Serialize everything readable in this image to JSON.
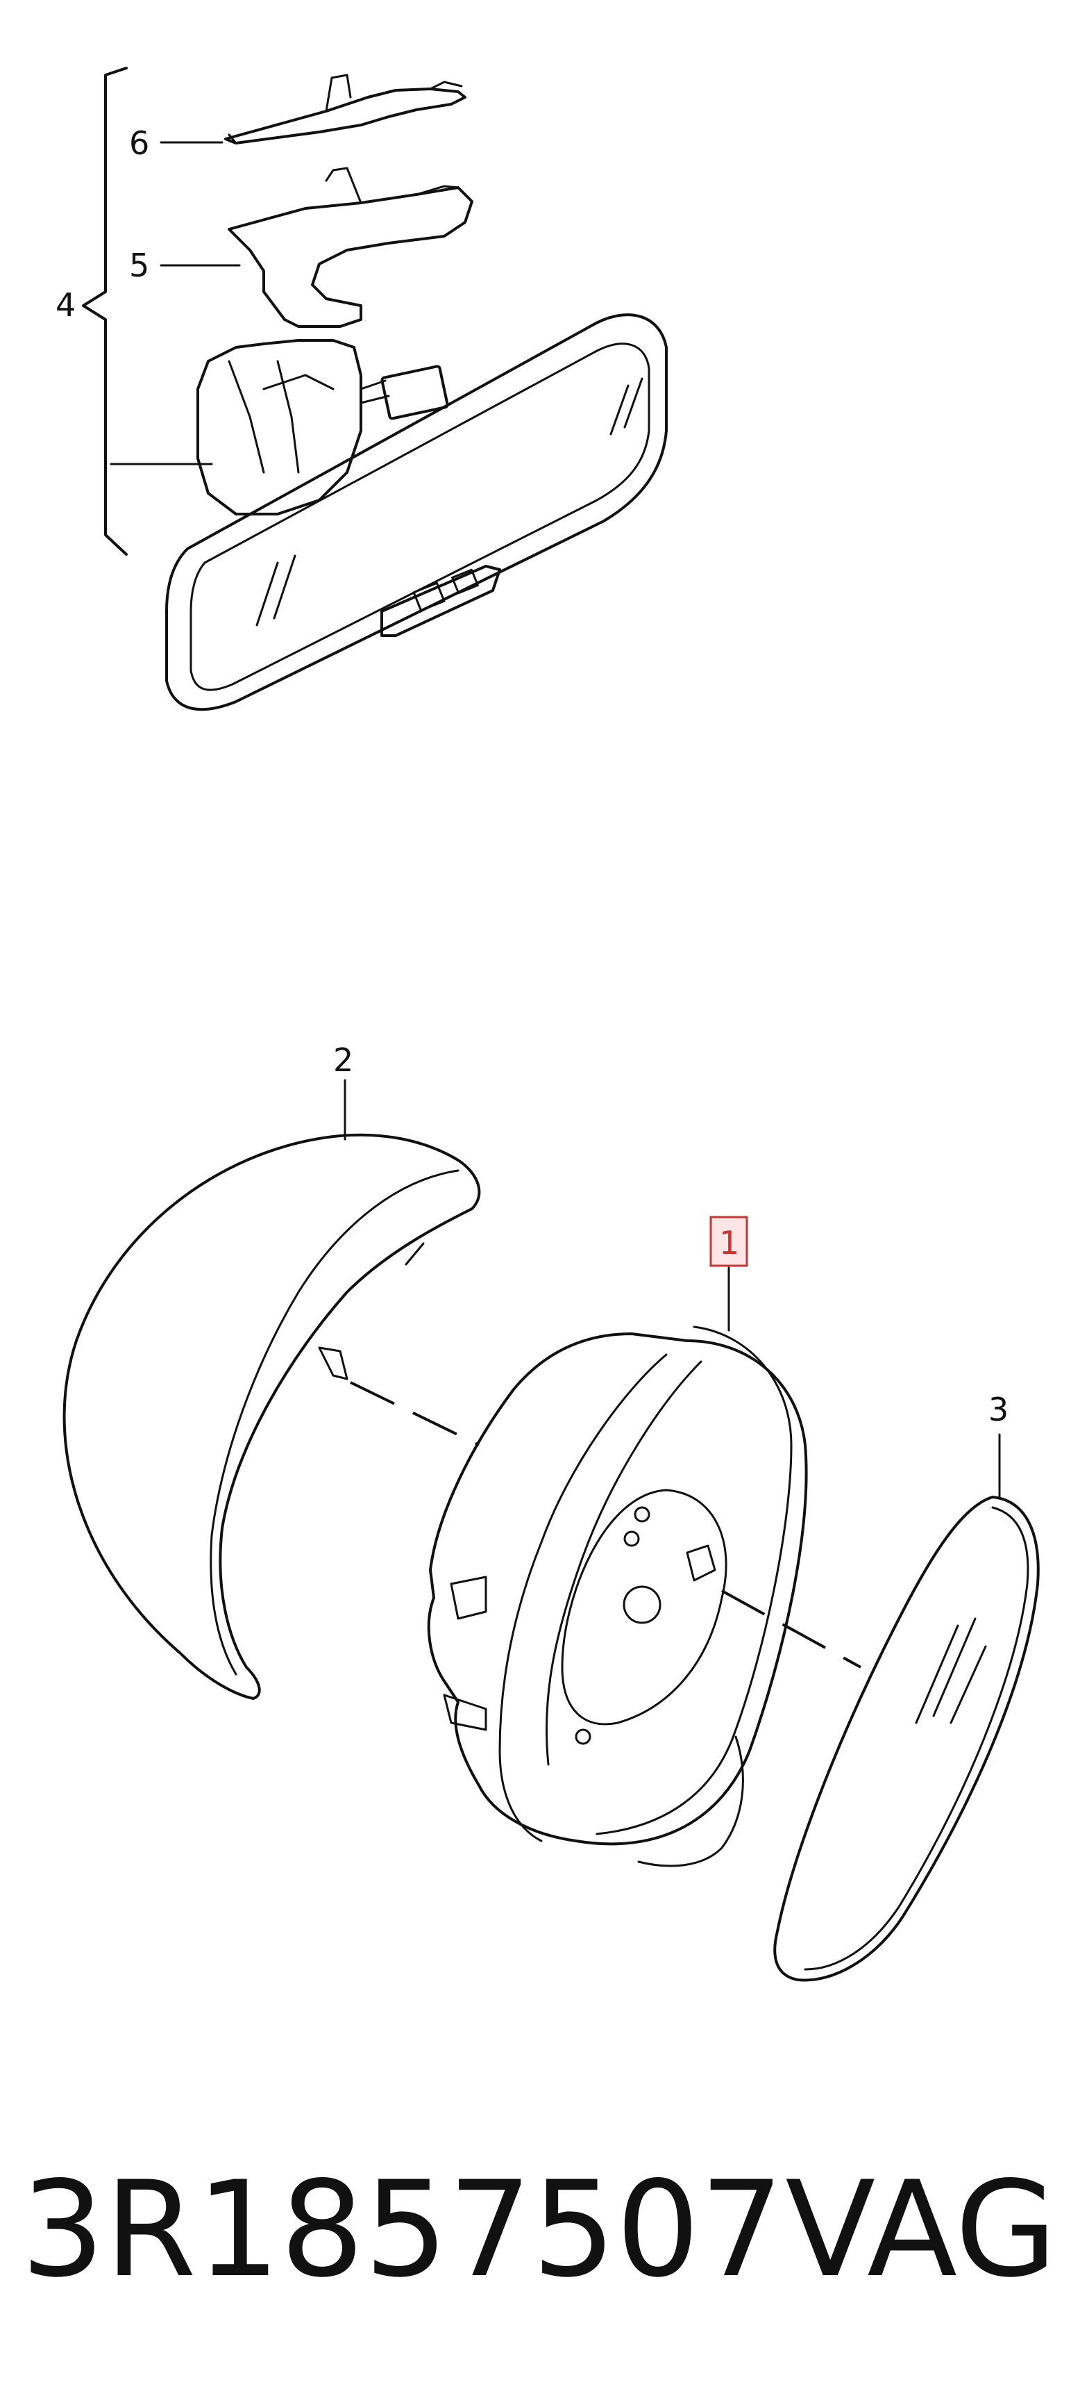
{
  "callouts": {
    "c1": "1",
    "c2": "2",
    "c3": "3",
    "c4": "4",
    "c5": "5",
    "c6": "6"
  },
  "highlighted_callout": "1",
  "footer": {
    "part_number": "3R1857507",
    "brand": "VAG"
  },
  "colors": {
    "line": "#111111",
    "highlight_border": "#cc3333",
    "highlight_fill": "#ffe5e5"
  }
}
